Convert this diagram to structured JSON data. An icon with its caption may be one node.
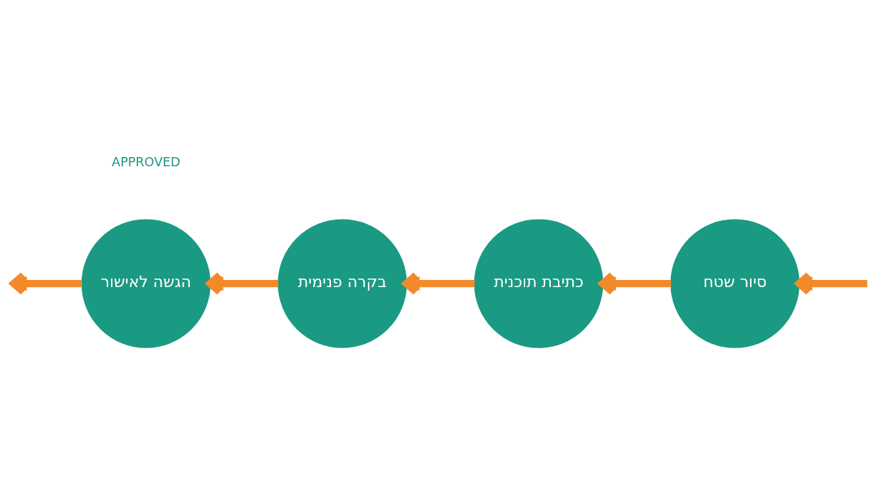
{
  "diagram": {
    "nodes": [
      {
        "text": [
          "סיור שטח"
        ]
      },
      {
        "text": [
          "כתיבת תוכנית"
        ]
      },
      {
        "text": [
          "בקרה פנימית"
        ]
      },
      {
        "text": [
          "הגשה לאישור"
        ]
      }
    ],
    "edges": [
      {
        "from": null,
        "to": 0,
        "arrow": "to"
      },
      {
        "from": 0,
        "to": 1,
        "arrow": "to"
      },
      {
        "from": 1,
        "to": 2,
        "arrow": "to"
      },
      {
        "from": 2,
        "to": 3,
        "arrow": "to"
      },
      {
        "from": 3,
        "to": null,
        "arrow": "to"
      }
    ],
    "labels": [
      "APPROVED"
    ]
  }
}
